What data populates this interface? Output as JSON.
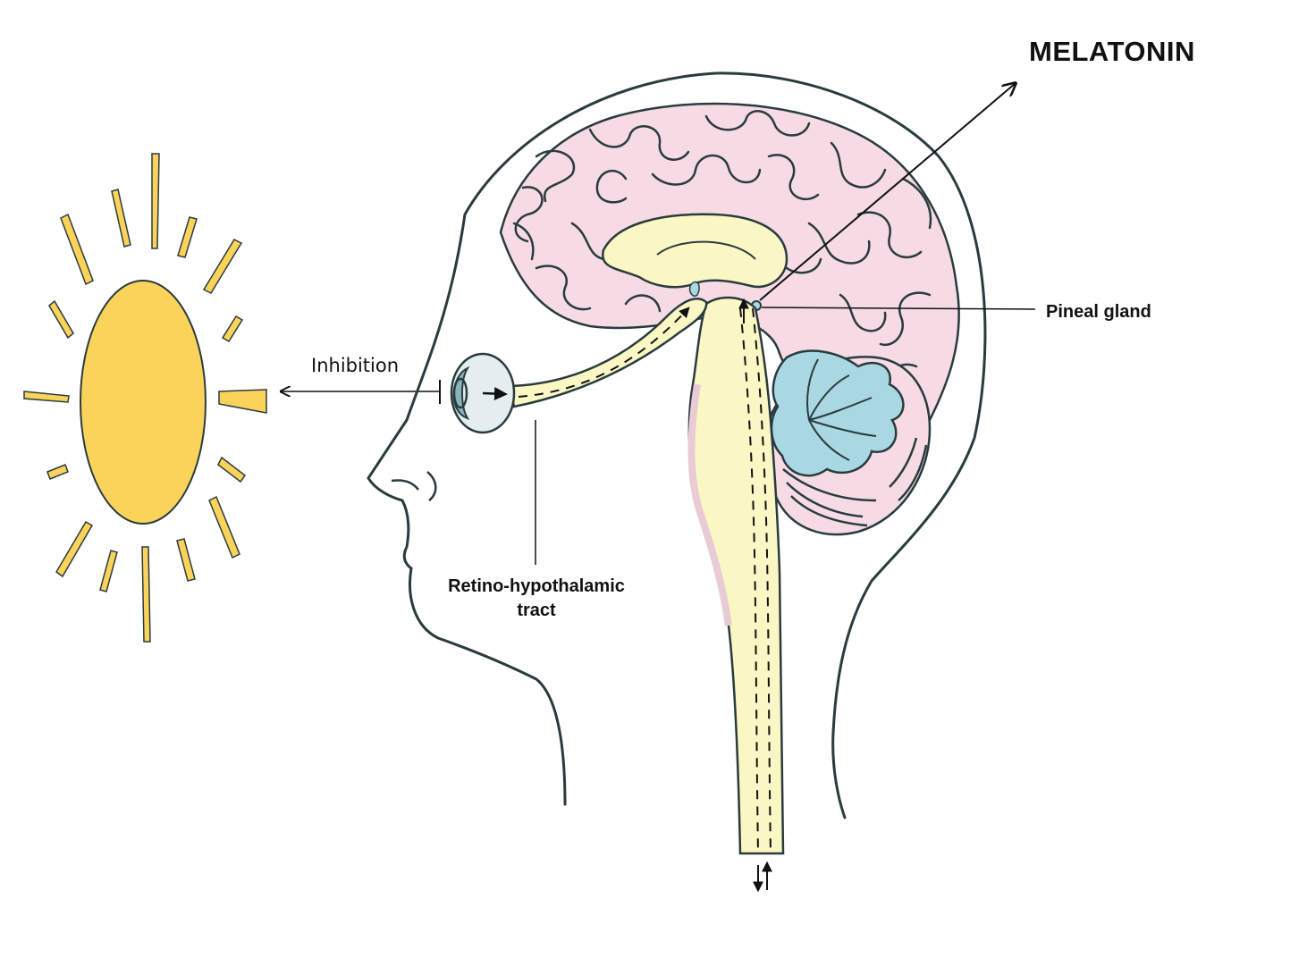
{
  "labels": {
    "melatonin": "MELATONIN",
    "pineal_gland": "Pineal gland",
    "inhibition": "Inhibition",
    "retino_line1": "Retino-hypothalamic",
    "retino_line2": "tract"
  },
  "colors": {
    "sun": "#fcd35a",
    "brain": "#f6dbe4",
    "tract": "#fbf7c4",
    "cerebellum": "#a9d8e2",
    "outline": "#2a3b3e"
  }
}
